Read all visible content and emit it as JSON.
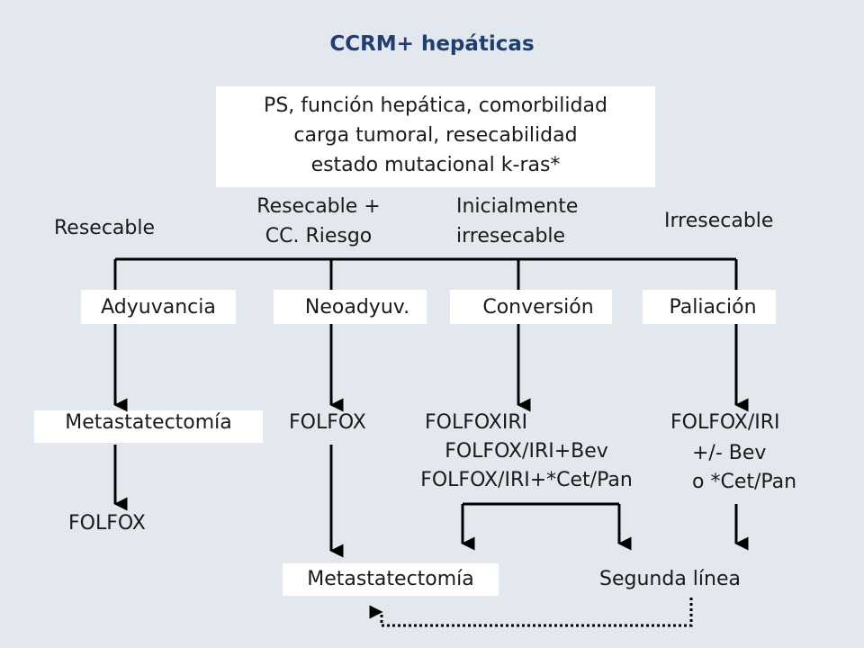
{
  "title": "CCRM+ hepáticas",
  "top_box": [
    "PS, función hepática, comorbilidad",
    "carga tumoral, resecabilidad",
    "estado mutacional k-ras*"
  ],
  "categories": {
    "resecable": "Resecable",
    "resecable_riesgo": [
      "Resecable +",
      "CC. Riesgo"
    ],
    "inicialmente_irresecable": [
      "Inicialmente",
      "irresecable"
    ],
    "irresecable": "Irresecable"
  },
  "strategies": {
    "adyuvancia": "Adyuvancia",
    "neoadyuvancia": "Neoadyuv.",
    "conversion": "Conversión",
    "paliacion": "Paliación"
  },
  "treatments": {
    "metastatectomia_left": "Metastatectomía",
    "folfox_left": "FOLFOX",
    "folfox_neo": "FOLFOX",
    "conversion_regimens": [
      "FOLFOXIRI",
      "FOLFOX/IRI+Bev",
      "FOLFOX/IRI+*Cet/Pan"
    ],
    "paliacion_regimens": [
      "FOLFOX/IRI",
      "+/- Bev",
      "o *Cet/Pan"
    ],
    "metastatectomia_bottom": "Metastatectomía",
    "segunda_linea": "Segunda línea"
  },
  "colors": {
    "background": "#e3e7ee",
    "title": "#1f3f73",
    "lines": "#000000",
    "box": "#ffffff"
  }
}
